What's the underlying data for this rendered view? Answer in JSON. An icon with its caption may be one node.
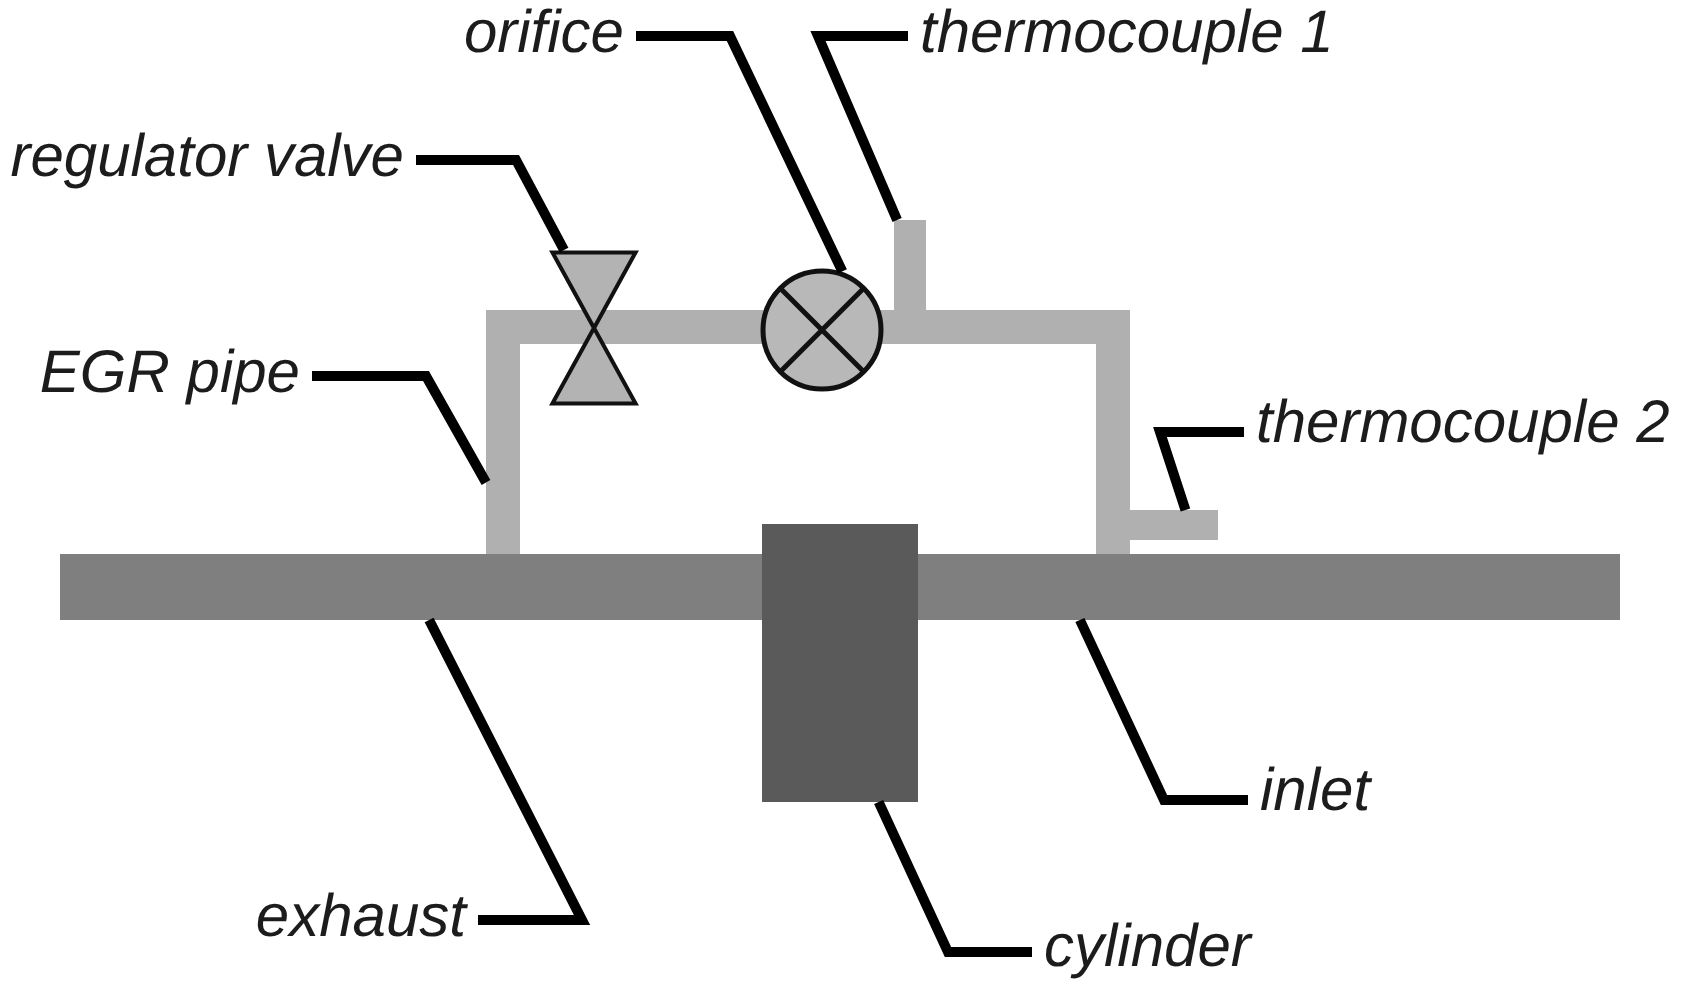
{
  "diagram": {
    "nodes": [
      {
        "text": [
          "orifice"
        ]
      },
      {
        "text": [
          "thermocouple 1"
        ]
      },
      {
        "text": [
          "regulator valve"
        ]
      },
      {
        "text": [
          "EGR pipe"
        ]
      },
      {
        "text": [
          "thermocouple 2"
        ]
      },
      {
        "text": [
          "inlet"
        ]
      },
      {
        "text": [
          "exhaust"
        ]
      },
      {
        "text": [
          "cylinder"
        ]
      },
      {
        "text": [],
        "shape": "hourglass"
      },
      {
        "text": [],
        "shape": "circle"
      },
      {
        "text": [],
        "shape": "bar"
      },
      {
        "text": [],
        "shape": "pipe"
      },
      {
        "text": [],
        "shape": "bar"
      },
      {
        "text": [],
        "shape": "bar"
      },
      {
        "text": [],
        "shape": "box"
      },
      {
        "text": [],
        "shape": "bar"
      }
    ],
    "edges": [
      {
        "from": 0,
        "to": 9,
        "arrow": "none"
      },
      {
        "from": 1,
        "to": 10,
        "arrow": "none"
      },
      {
        "from": 2,
        "to": 8,
        "arrow": "none"
      },
      {
        "from": 3,
        "to": 11,
        "arrow": "none"
      },
      {
        "from": 4,
        "to": 12,
        "arrow": "none"
      },
      {
        "from": 5,
        "to": 15,
        "arrow": "none"
      },
      {
        "from": 6,
        "to": 13,
        "arrow": "none"
      },
      {
        "from": 7,
        "to": 14,
        "arrow": "none"
      }
    ]
  }
}
